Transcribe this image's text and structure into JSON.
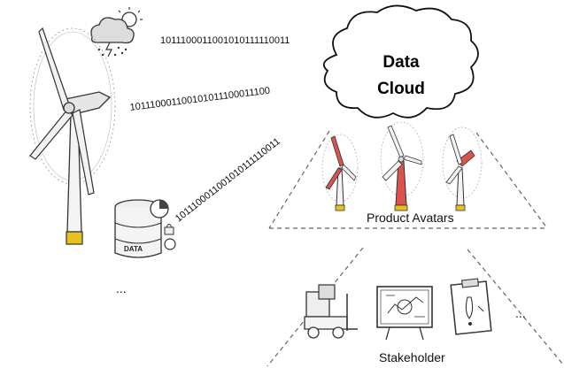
{
  "cloud": {
    "line1": "Data",
    "line2": "Cloud"
  },
  "binary_streams": {
    "top": "1011100011001010111110011",
    "middle": "101110001100101011100011100",
    "diagonal": "1011100011001010111110011"
  },
  "database_label": "DATA",
  "labels": {
    "product_avatars": "Product Avatars",
    "stakeholder": "Stakeholder"
  },
  "ellipsis": {
    "left": "...",
    "stakeholders": "..."
  },
  "colors": {
    "line": "#333333",
    "avatar_red": "#d9534f",
    "turbine_base": "#e8c020",
    "dash": "#666666"
  },
  "icons": [
    "weather-storm-icon",
    "wind-turbine-icon",
    "database-icon",
    "forklift-icon",
    "dashboard-screen-icon",
    "clipboard-icon"
  ]
}
